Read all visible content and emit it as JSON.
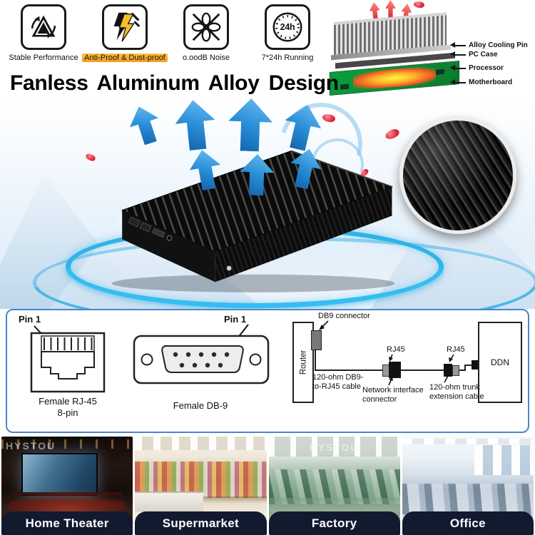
{
  "features": {
    "items": [
      {
        "label": "Stable Performance"
      },
      {
        "label": "Anti-Proof & Dust-proof"
      },
      {
        "label": "o.oodB Noise"
      },
      {
        "label": "7*24h Running",
        "icon_text": "24h"
      }
    ]
  },
  "headline": "Fanless Aluminum Alloy Design",
  "cooling": {
    "labels": [
      {
        "text": "Alloy Cooling Pin"
      },
      {
        "text": "PC Case"
      },
      {
        "text": "Processor"
      },
      {
        "text": "Motherboard"
      }
    ]
  },
  "connectors": {
    "rj45": {
      "pin": "Pin 1",
      "caption1": "Female RJ-45",
      "caption2": "8-pin"
    },
    "db9": {
      "pin": "Pin 1",
      "caption": "Female DB-9"
    },
    "network": {
      "db9_connector": "DB9 connector",
      "router": "Router",
      "rj45_a": "RJ45",
      "rj45_b": "RJ45",
      "ddn": "DDN",
      "cable1": "120-ohm DB9-to-RJ45 cable",
      "nic": "Network interface connector",
      "cable2": "120-ohm trunk extension cable"
    }
  },
  "scenes": {
    "watermark": "HYSTOU",
    "items": [
      {
        "label": "Home Theater"
      },
      {
        "label": "Supermarket"
      },
      {
        "label": "Factory"
      },
      {
        "label": "Office"
      }
    ]
  },
  "colors": {
    "arrow_blue": "#1f86d2",
    "swirl_blue": "#2fb3e8",
    "panel_border": "#4a86c8",
    "scene_label_bg": "#121a30",
    "highlight_yellow": "#f8b62d",
    "bolt_yellow": "#f6c026"
  }
}
